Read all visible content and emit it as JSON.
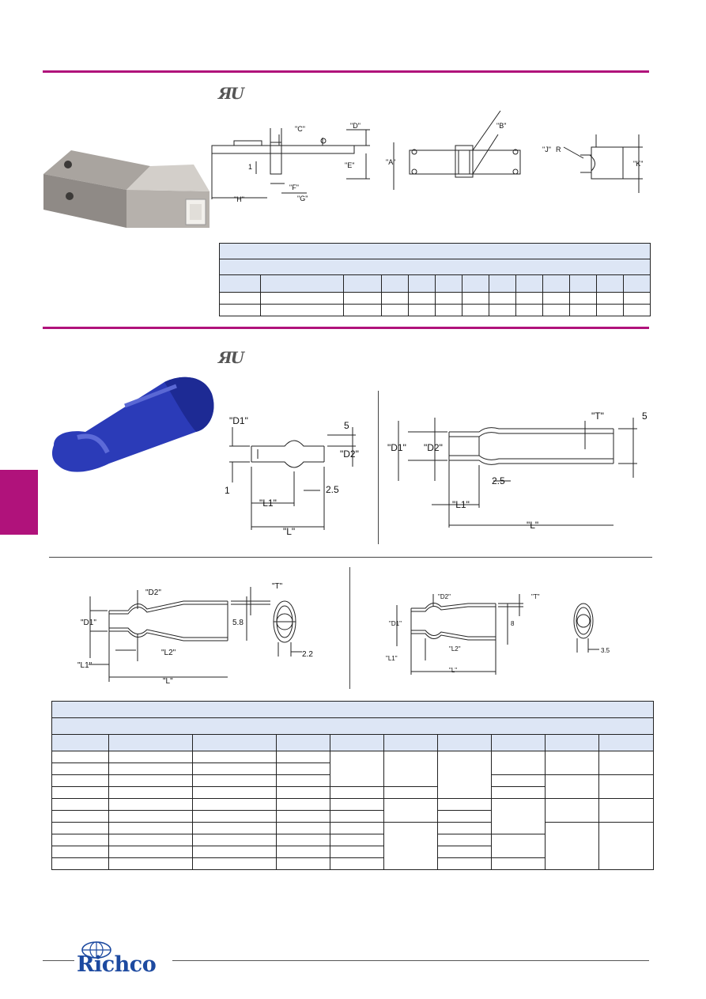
{
  "marks": {
    "ul_symbol": "ЯU"
  },
  "drawing1": {
    "labels": {
      "c": "\"C\"",
      "d": "\"D\"",
      "e": "\"E\"",
      "f": "\"F\"",
      "g": "\"G\"",
      "h": "\"H\"",
      "one": "1",
      "a": "\"A\"",
      "b": "\"B\"",
      "j": "\"J\"",
      "r": "R",
      "k": "\"K\""
    }
  },
  "drawing2": {
    "left": {
      "d1": "\"D1\"",
      "d2": "\"D2\"",
      "five": "5",
      "one": "1",
      "l1": "\"L1\"",
      "l": "\"L\"",
      "twofive": "2.5"
    },
    "right": {
      "t": "\"T\"",
      "five": "5",
      "d1": "\"D1\"",
      "d2": "\"D2\"",
      "twofive": "2.5",
      "l1": "\"L1\"",
      "l": "\"L\""
    }
  },
  "drawing3": {
    "left": {
      "d2": "\"D2\"",
      "t": "\"T\"",
      "d1": "\"D1\"",
      "fiveeight": "5.8",
      "l1": "\"L1\"",
      "l2": "\"L2\"",
      "l": "\"L\"",
      "twotwo": "2.2"
    },
    "right": {
      "d2": "\"D2\"",
      "t": "\"T\"",
      "d1": "\"D1\"",
      "eight": "8",
      "l1": "\"L1\"",
      "l2": "\"L2\"",
      "l": "\"L\"",
      "threefive": "3.5"
    }
  },
  "brand": {
    "name": "Richco"
  },
  "colors": {
    "accent": "#b0127b",
    "table_header": "#dde6f5",
    "logo_blue": "#1d4aa0"
  }
}
